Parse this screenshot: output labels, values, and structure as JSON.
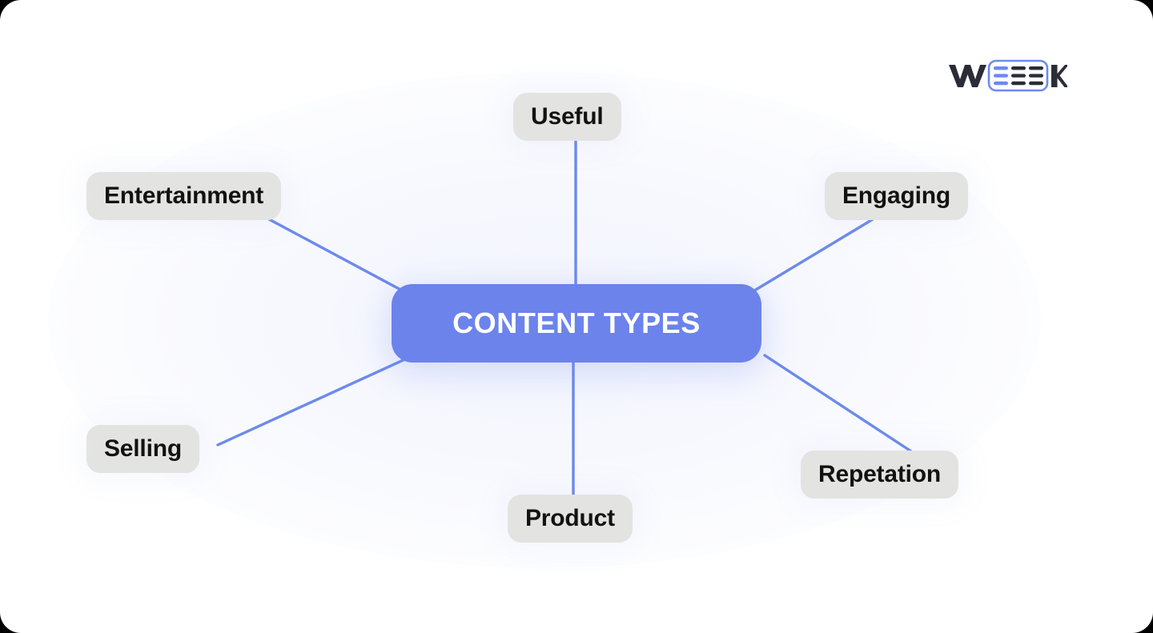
{
  "diagram": {
    "type": "mind-map",
    "center": {
      "label": "CONTENT TYPES",
      "color": "#6c83ec",
      "text_color": "#ffffff"
    },
    "node_color": "#e3e3e1",
    "node_text_color": "#121212",
    "edge_color": "#6c8aec",
    "branches": [
      {
        "id": "useful",
        "label": "Useful",
        "position": "top"
      },
      {
        "id": "entertainment",
        "label": "Entertainment",
        "position": "top-left"
      },
      {
        "id": "engaging",
        "label": "Engaging",
        "position": "top-right"
      },
      {
        "id": "selling",
        "label": "Selling",
        "position": "bottom-left"
      },
      {
        "id": "product",
        "label": "Product",
        "position": "bottom"
      },
      {
        "id": "repetation",
        "label": "Repetation",
        "position": "bottom-right"
      }
    ]
  },
  "logo": {
    "text_before": "W",
    "text_after": "K",
    "mark_name": "weeek-logo",
    "dark_color": "#2a2d36",
    "accent_color": "#6c8aec"
  }
}
